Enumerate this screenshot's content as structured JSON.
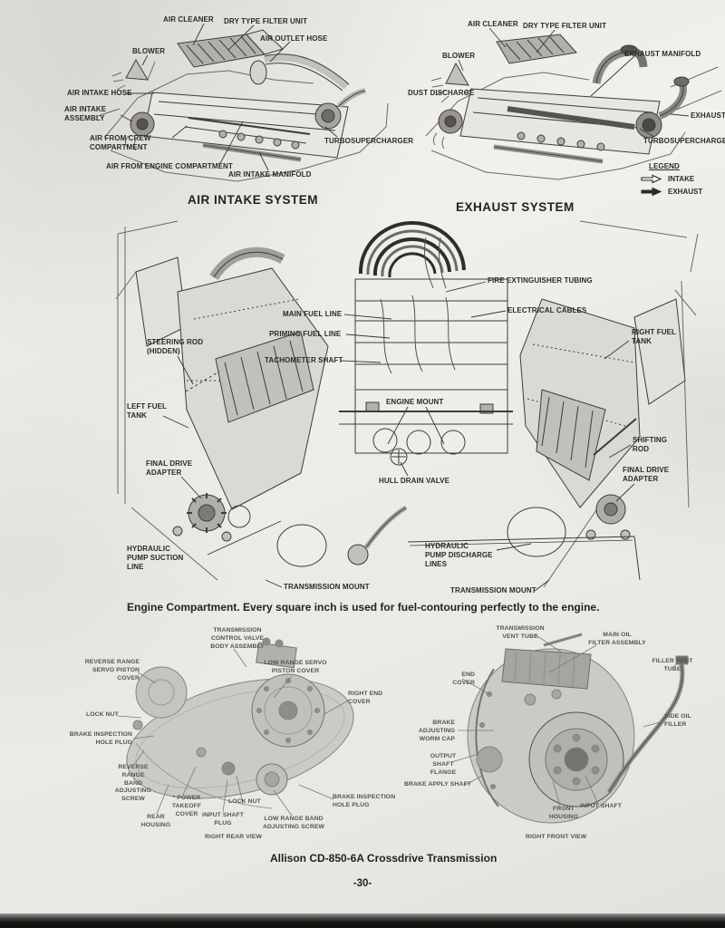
{
  "document": {
    "page_number": "-30-"
  },
  "air_intake_system": {
    "title": "AIR INTAKE SYSTEM",
    "labels": [
      "AIR CLEANER",
      "DRY TYPE FILTER UNIT",
      "AIR OUTLET HOSE",
      "BLOWER",
      "AIR INTAKE HOSE",
      "AIR INTAKE\nASSEMBLY",
      "AIR FROM CREW\nCOMPARTMENT",
      "AIR FROM ENGINE COMPARTMENT",
      "AIR INTAKE MANIFOLD",
      "TURBOSUPERCHARGER"
    ]
  },
  "exhaust_system": {
    "title": "EXHAUST SYSTEM",
    "labels": [
      "AIR CLEANER",
      "DRY TYPE FILTER UNIT",
      "BLOWER",
      "EXHAUST MANIFOLD",
      "DUST DISCHARGE",
      "EXHAUST",
      "TURBOSUPERCHARGER"
    ],
    "legend": {
      "title": "LEGEND",
      "intake": "INTAKE",
      "exhaust": "EXHAUST"
    }
  },
  "engine_compartment": {
    "caption": "Engine Compartment. Every square inch is used for fuel-contouring perfectly to the engine.",
    "labels": [
      "FIRE EXTINGUISHER TUBING",
      "ELECTRICAL CABLES",
      "MAIN FUEL LINE",
      "PRIMING FUEL LINE",
      "TACHOMETER SHAFT",
      "STEERING ROD\n(HIDDEN)",
      "RIGHT FUEL\nTANK",
      "ENGINE MOUNT",
      "LEFT FUEL\nTANK",
      "SHIFTING\nROD",
      "HULL DRAIN VALVE",
      "FINAL DRIVE\nADAPTER",
      "FINAL DRIVE\nADAPTER",
      "HYDRAULIC\nPUMP SUCTION\nLINE",
      "HYDRAULIC\nPUMP DISCHARGE\nLINES",
      "TRANSMISSION MOUNT",
      "TRANSMISSION MOUNT"
    ]
  },
  "transmission": {
    "caption": "Allison CD-850-6A Crossdrive Transmission",
    "rear_view": {
      "view_label": "RIGHT REAR VIEW",
      "labels": [
        "TRANSMISSION\nCONTROL VALVE\nBODY ASSEMBLY",
        "REVERSE RANGE\nSERVO PISTON\nCOVER",
        "LOW RANGE SERVO\nPISTON COVER",
        "RIGHT END\nCOVER",
        "LOCK NUT",
        "BRAKE INSPECTION\nHOLE PLUG",
        "REVERSE\nRANGE\nBAND\nADJUSTING\nSCREW",
        "* POWER\nTAKEOFF\nCOVER",
        "REAR\nHOUSING",
        "INPUT SHAFT\nPLUG",
        "LOCK NUT",
        "LOW RANGE BAND\nADJUSTING SCREW",
        "BRAKE INSPECTION\nHOLE PLUG"
      ]
    },
    "front_view": {
      "view_label": "RIGHT FRONT VIEW",
      "labels": [
        "TRANSMISSION\nVENT TUBE",
        "MAIN OIL\nFILTER ASSEMBLY",
        "FILLER VENT\nTUBE",
        "END\nCOVER",
        "SIDE OIL\nFILLER",
        "BRAKE\nADJUSTING\nWORM CAP",
        "OUTPUT\nSHAFT\nFLANGE",
        "BRAKE APPLY SHAFT",
        "FRONT\nHOUSING",
        "INPUT SHAFT"
      ]
    }
  },
  "colors": {
    "paper": "#edebe7",
    "ink": "#2b2a28",
    "faded_ink": "#55534f"
  }
}
